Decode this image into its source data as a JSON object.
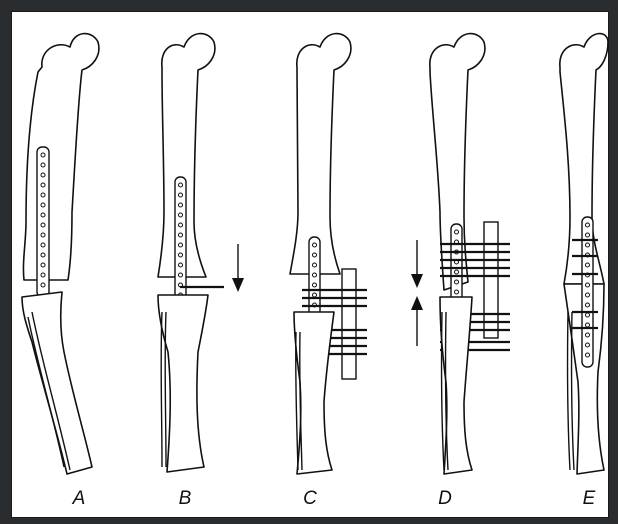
{
  "panels": [
    {
      "id": "A",
      "label": "A"
    },
    {
      "id": "B",
      "label": "B"
    },
    {
      "id": "C",
      "label": "C"
    },
    {
      "id": "D",
      "label": "D"
    },
    {
      "id": "E",
      "label": "E"
    }
  ],
  "colors": {
    "background": "#2a2d30",
    "panel": "#ffffff",
    "ink": "#111111"
  }
}
